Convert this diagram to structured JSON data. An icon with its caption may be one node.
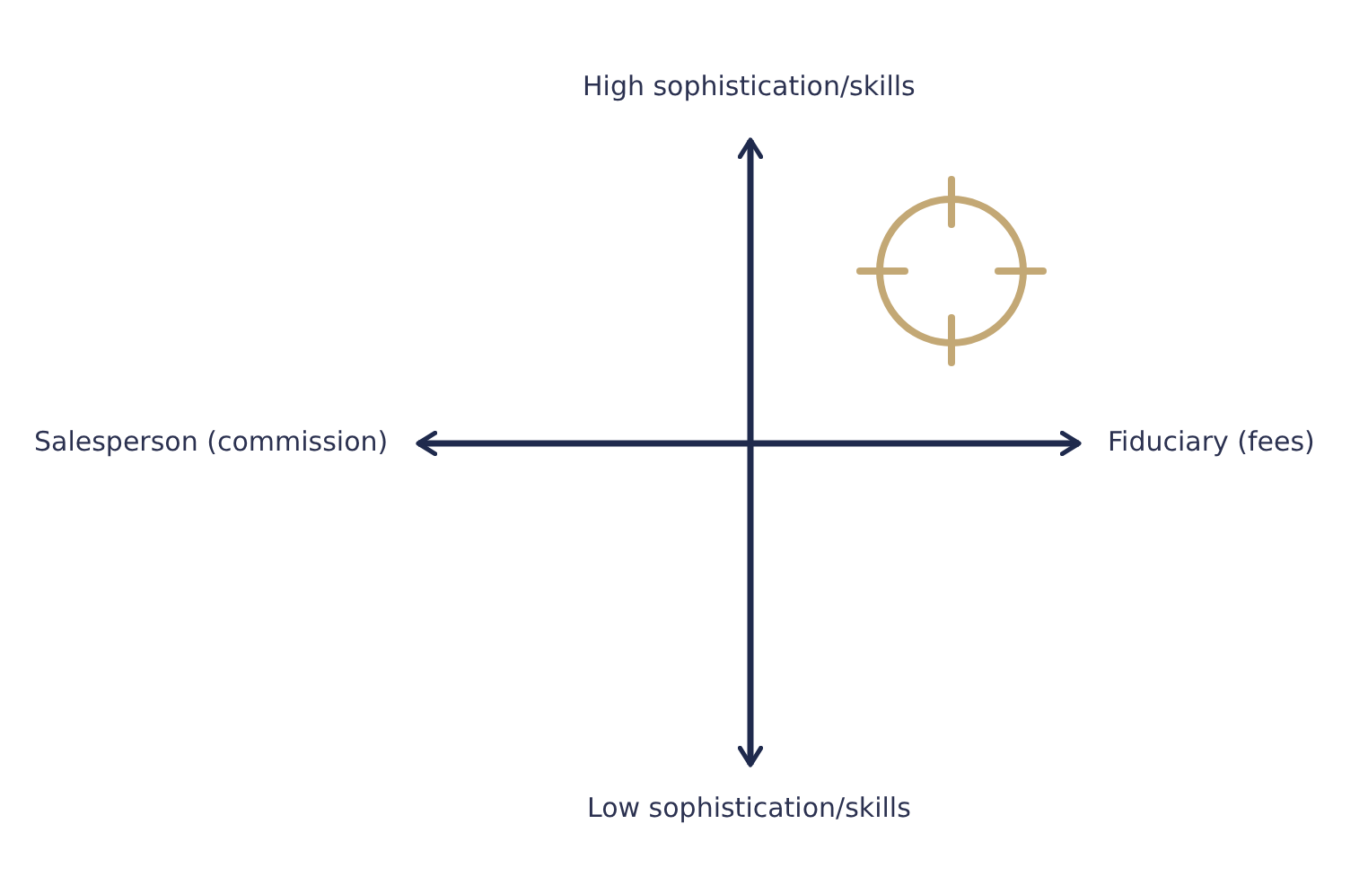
{
  "diagram": {
    "labels": [
      "High sophistication/skills",
      "Salesperson (commission)",
      "Fiduciary (fees)",
      "Low sophistication/skills"
    ]
  }
}
